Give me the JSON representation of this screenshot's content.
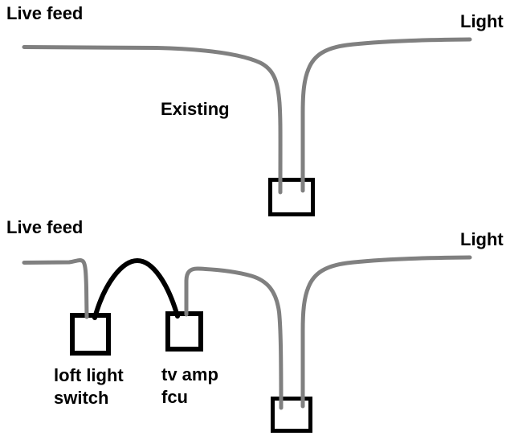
{
  "colors": {
    "wire_gray": "#808080",
    "ink_black": "#000000",
    "background": "#ffffff"
  },
  "top_diagram": {
    "live_feed_label": "Live feed",
    "light_label": "Light",
    "caption": "Existing"
  },
  "bottom_diagram": {
    "live_feed_label": "Live feed",
    "light_label": "Light",
    "switch_label_line1": "loft light",
    "switch_label_line2": "switch",
    "fcu_label_line1": "tv amp",
    "fcu_label_line2": "fcu"
  }
}
